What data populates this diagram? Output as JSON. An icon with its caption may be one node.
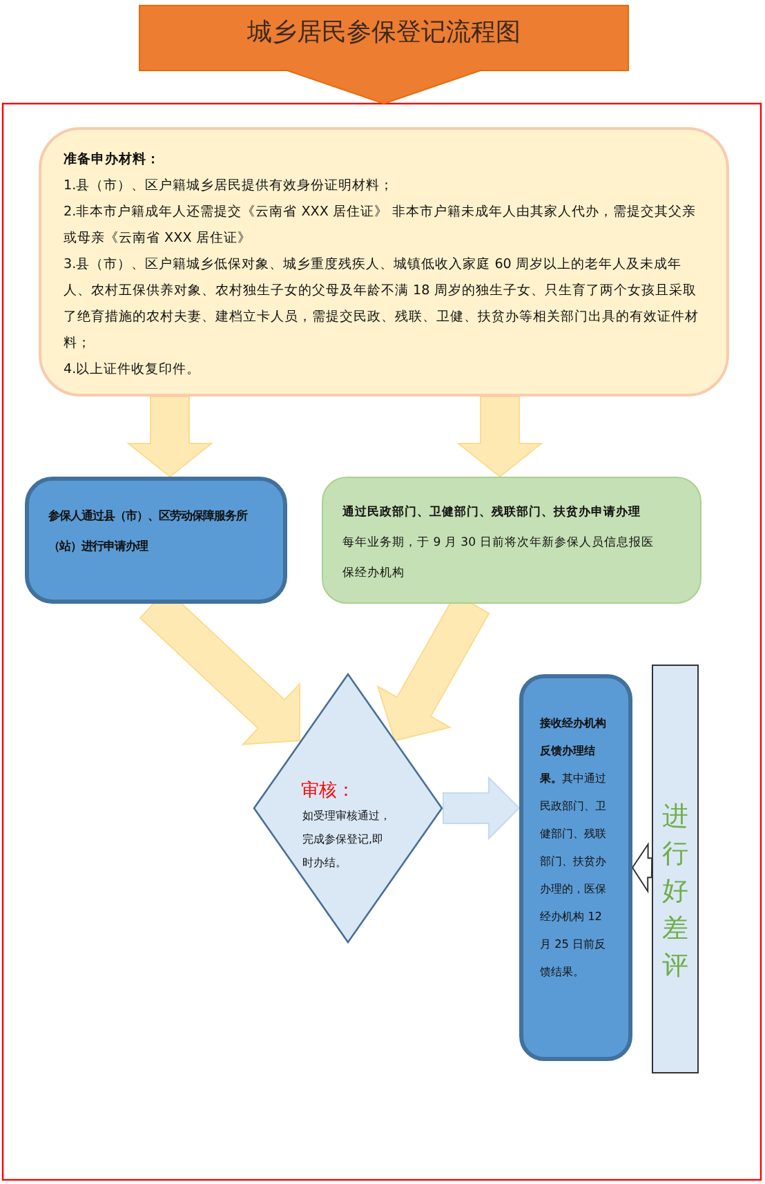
{
  "diagram": {
    "title": "城乡居民参保登记流程图",
    "nodes": [
      {
        "text": [
          "准备申办材料：",
          "1.县（市）、区户籍城乡居民提供有效身份证明材料；",
          "2.非本市户籍成年人还需提交《云南省 XXX 居住证》 非本市户籍未成年人由其家人代办，需提交其父亲或母亲《云南省 XXX 居住证》",
          "3.县（市）、区户籍城乡低保对象、城乡重度残疾人、城镇低收入家庭 60 周岁以上的老年人及未成年人、农村五保供养对象、农村独生子女的父母及年龄不满 18 周岁的独生子女、只生育了两个女孩且采取了绝育措施的农村夫妻、建档立卡人员，需提交民政、残联、卫健、扶贫办等相关部门出具的有效证件材料；",
          "4.以上证件收复印件。"
        ]
      },
      {
        "text": [
          "参保人通过县（市）、区劳动保障服务所（站）进行申请办理"
        ]
      },
      {
        "text": [
          "通过民政部门、卫健部门、残联部门、扶贫办申请办理",
          "每年业务期，于 9 月 30 日前将次年新参保人员信息报医保经办机构"
        ]
      },
      {
        "text": [
          "审核：",
          "如受理审核通过，完成参保登记,即时办结。"
        ]
      },
      {
        "text": [
          "**接收经办机构反馈办理结果。**其中通过民政部门、卫健部门、残联部门、扶贫办办理的，医保经办机构 12 月 25 日前反馈结果。"
        ]
      },
      {
        "text": [
          "进行好差评"
        ]
      }
    ],
    "edges": [
      {
        "from": 0,
        "to": 1,
        "arrow": "to"
      },
      {
        "from": 0,
        "to": 2,
        "arrow": "to"
      },
      {
        "from": 1,
        "to": 3,
        "arrow": "to"
      },
      {
        "from": 2,
        "to": 3,
        "arrow": "to"
      },
      {
        "from": 3,
        "to": 4,
        "arrow": "to",
        "color": "#dae8f6"
      },
      {
        "from": 5,
        "to": 4,
        "arrow": "to",
        "color": "#ffffff"
      }
    ]
  }
}
